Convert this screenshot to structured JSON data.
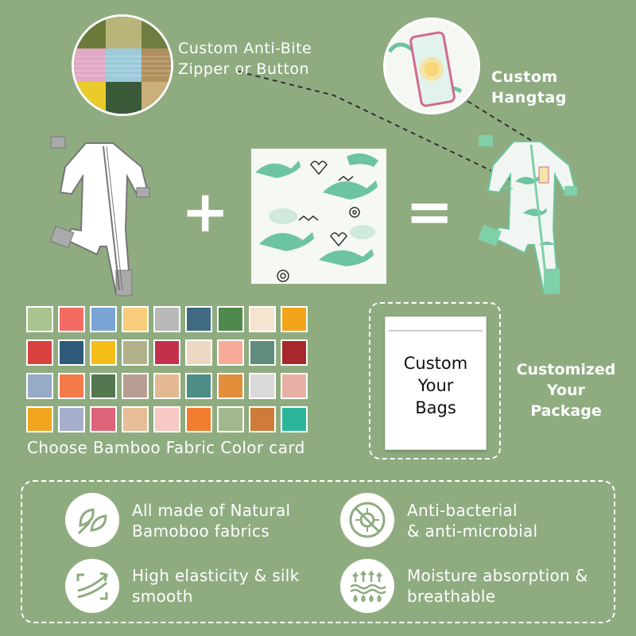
{
  "top": {
    "zipper_label_line1": "Custom Anti-Bite",
    "zipper_label_line2": "Zipper or Button",
    "hangtag_label": "Custom Hangtag"
  },
  "equation": {
    "plus": "+",
    "equals": "="
  },
  "zipper_colors": [
    "#6b7a3a",
    "#c9a8b9",
    "#9ccad9",
    "#a98b5c",
    "#e4c531",
    "#3a5a3a",
    "#b7b56e",
    "#6f7d40"
  ],
  "swatches": [
    "#a9c48e",
    "#f26b63",
    "#7aa4d6",
    "#f7cc7a",
    "#b9b9b9",
    "#3f6a82",
    "#4f8a4c",
    "#f5e4cf",
    "#f2a31a",
    "#d9413f",
    "#2f5a7a",
    "#f4bd1a",
    "#b2b28a",
    "#c4304c",
    "#ecd7c3",
    "#f7ab96",
    "#5f8c7c",
    "#a7282a",
    "#97aac6",
    "#f47a4a",
    "#53784f",
    "#b89e92",
    "#e4b893",
    "#4e8c86",
    "#e38e3a",
    "#d9d9d9",
    "#e6b0a4",
    "#f2a51f",
    "#a7afcd",
    "#dd6479",
    "#e6bd97",
    "#f7c9c2",
    "#f27d2f",
    "#a2b78c",
    "#cf7c3a",
    "#2bb69c"
  ],
  "swatch_caption": "Choose Bamboo Fabric Color card",
  "package": {
    "bag_text_line1": "Custom",
    "bag_text_line2": "Your",
    "bag_text_line3": "Bags",
    "label_line1": "Customized",
    "label_line2": "Your Package"
  },
  "features": [
    {
      "icon": "leaf-icon",
      "line1": "All made of Natural",
      "line2": "Bamoboo fabrics"
    },
    {
      "icon": "no-bacteria-icon",
      "line1": "Anti-bacterial",
      "line2": "& anti-microbial"
    },
    {
      "icon": "stretch-arrows-icon",
      "line1": "High elasticity & silk",
      "line2": "smooth"
    },
    {
      "icon": "moisture-icon",
      "line1": "Moisture absorption &",
      "line2": "breathable"
    }
  ],
  "colors": {
    "background": "#8fac80",
    "romper_trim": "#7fd0a8",
    "dino": "#6cc4a0"
  }
}
